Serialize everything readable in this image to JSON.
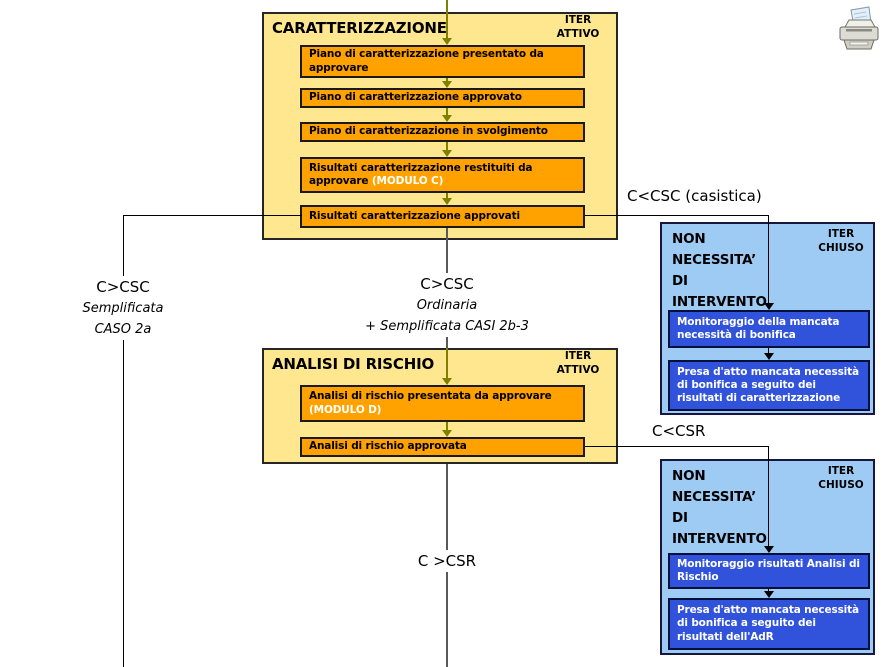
{
  "colors": {
    "panel_yellow": "#FFE78F",
    "step_orange": "#FFA200",
    "panel_lightblue": "#9DCBF4",
    "step_royalblue": "#3153DB",
    "arrow_olive": "#7F7F00",
    "trunk_gray": "#595959",
    "connector_black": "#000000"
  },
  "caratterizzazione": {
    "title": "CARATTERIZZAZIONE",
    "iter_line1": "ITER",
    "iter_line2": "ATTIVO",
    "steps": [
      {
        "text": "Piano di caratterizzazione presentato da approvare"
      },
      {
        "text": "Piano di caratterizzazione approvato"
      },
      {
        "text": "Piano di caratterizzazione in svolgimento"
      },
      {
        "text": "Risultati caratterizzazione restituiti da approvare ",
        "modulo": "(MODULO C)"
      },
      {
        "text": "Risultati caratterizzazione approvati"
      }
    ]
  },
  "analisi": {
    "title": "ANALISI DI RISCHIO",
    "iter_line1": "ITER",
    "iter_line2": "ATTIVO",
    "steps": [
      {
        "text": "Analisi di rischio presentata da approvare ",
        "modulo": "(MODULO D)"
      },
      {
        "text": "Analisi di rischio approvata"
      }
    ]
  },
  "no_intervento_top": {
    "title_line1": "NON",
    "title_line2": "NECESSITA’",
    "title_line3": "DI",
    "title_line4": "INTERVENTO",
    "iter_line1": "ITER",
    "iter_line2": "CHIUSO",
    "steps": [
      {
        "text": "Monitoraggio della mancata necessità di bonifica"
      },
      {
        "text": "Presa d'atto mancata necessità di bonifica a seguito dei risultati di caratterizzazione"
      }
    ]
  },
  "no_intervento_bottom": {
    "title_line1": "NON",
    "title_line2": "NECESSITA’",
    "title_line3": "DI",
    "title_line4": "INTERVENTO",
    "iter_line1": "ITER",
    "iter_line2": "CHIUSO",
    "steps": [
      {
        "text": "Monitoraggio risultati Analisi di Rischio"
      },
      {
        "text": "Presa d'atto mancata necessità di bonifica a seguito dei risultati dell'AdR"
      }
    ]
  },
  "labels": {
    "csc_casistica": "C<CSC (casistica)",
    "left_main": "C>CSC",
    "left_sub1": "Semplificata",
    "left_sub2": "CASO 2a",
    "center_main": "C>CSC",
    "center_sub1": "Ordinaria",
    "center_sub2": "+ Semplificata CASI 2b-3",
    "csr_branch": "C<CSR",
    "bottom": "C >CSR"
  }
}
